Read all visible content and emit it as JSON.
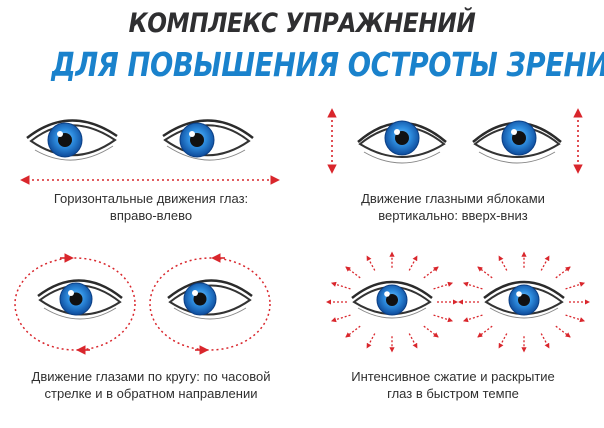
{
  "title": {
    "line1": "КОМПЛЕКС УПРАЖНЕНИЙ",
    "line2": "ДЛЯ ПОВЫШЕНИЯ ОСТРОТЫ ЗРЕНИЯ"
  },
  "exercises": [
    {
      "caption_line1": "Горизонтальные движения глаз:",
      "caption_line2": "вправо-влево"
    },
    {
      "caption_line1": "Движение глазными яблоками",
      "caption_line2": "вертикально: вверх-вниз"
    },
    {
      "caption_line1": "Движение глазами по кругу: по часовой",
      "caption_line2": "стрелке и в обратном направлении"
    },
    {
      "caption_line1": "Интенсивное сжатие и раскрытие",
      "caption_line2": "глаз в быстром темпе"
    }
  ],
  "colors": {
    "title_dark": "#2f2f31",
    "title_blue": "#1a82cc",
    "arrow_red": "#d9262c",
    "iris_blue": "#1f6fc4",
    "caption_text": "#303030"
  }
}
